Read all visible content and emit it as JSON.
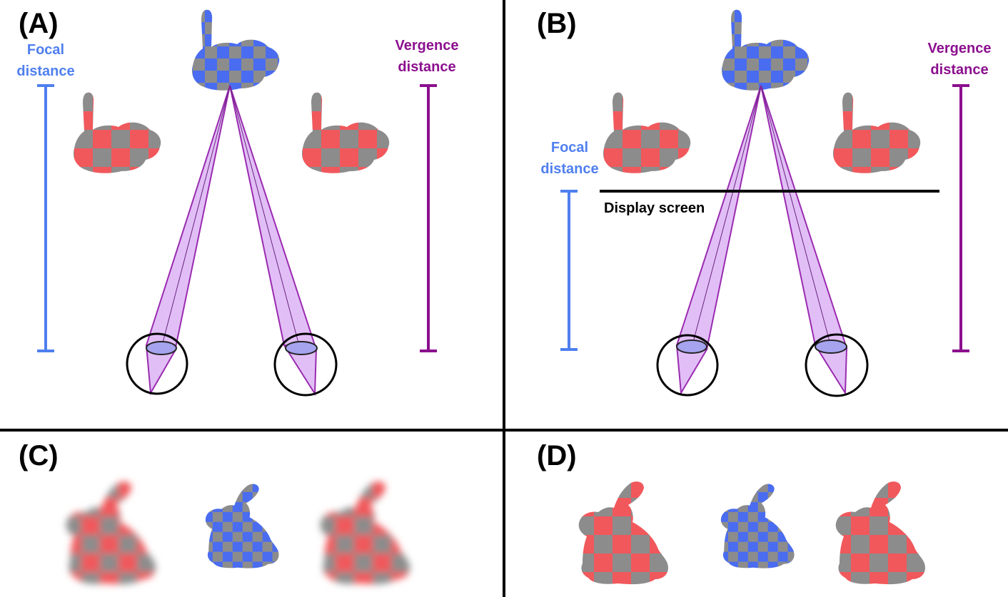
{
  "colors": {
    "focal": "#4f7fef",
    "vergence": "#8b0f8e",
    "red_checker": "#f0585c",
    "blue_checker": "#4a6cf0",
    "gray_checker": "#8c8c8c",
    "cone_fill": "#dcb4f4",
    "cone_stroke": "#9a2bb0",
    "lens_fill": "#a6a3ef",
    "divider": "#000000"
  },
  "panels": {
    "a": {
      "label": "(A)",
      "focal_label": [
        "Focal",
        "distance"
      ],
      "vergence_label": [
        "Vergence",
        "distance"
      ]
    },
    "b": {
      "label": "(B)",
      "focal_label": [
        "Focal",
        "distance"
      ],
      "vergence_label": [
        "Vergence",
        "distance"
      ],
      "screen_label": "Display screen"
    },
    "c": {
      "label": "(C)",
      "description_icons": [
        "blurred-red-bunny-icon",
        "sharp-blue-bunny-icon",
        "blurred-red-bunny-icon"
      ]
    },
    "d": {
      "label": "(D)",
      "description_icons": [
        "sharp-red-bunny-icon",
        "sharp-blue-bunny-icon",
        "sharp-red-bunny-icon"
      ]
    }
  }
}
